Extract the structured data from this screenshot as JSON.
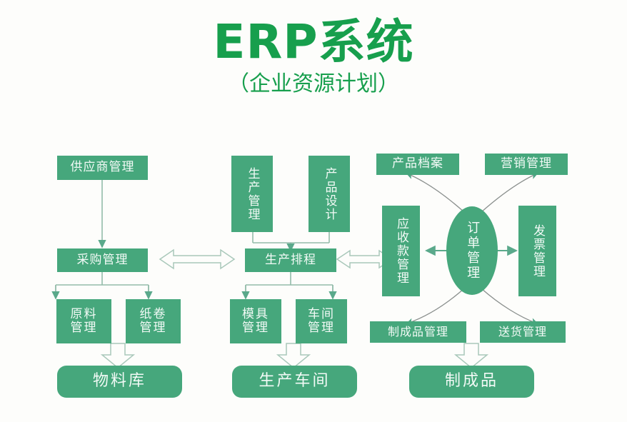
{
  "page": {
    "background_color": "#fdfdfb",
    "node_fill_color": "#46a77c",
    "node_text_color": "#f2faf6",
    "title_color": "#179f4d",
    "connector_color": "#8fb9a6"
  },
  "header": {
    "title": "ERP系统",
    "subtitle": "（企业资源计划）"
  },
  "nodes": {
    "supplier_mgmt": "供应商管理",
    "purchase_mgmt": "采购管理",
    "raw_material_mgmt_l1": "原料",
    "raw_material_mgmt_l2": "管理",
    "paper_roll_mgmt_l1": "纸卷",
    "paper_roll_mgmt_l2": "管理",
    "material_warehouse": "物料库",
    "production_mgmt": "生产管理",
    "product_design": "产品设计",
    "production_schedule": "生产排程",
    "mold_mgmt_l1": "模具",
    "mold_mgmt_l2": "管理",
    "workshop_mgmt_l1": "车间",
    "workshop_mgmt_l2": "管理",
    "production_workshop": "生产车间",
    "product_archive": "产品档案",
    "marketing_mgmt": "营销管理",
    "receivables_mgmt": "应收款管理",
    "order_mgmt": "订单管理",
    "invoice_mgmt": "发票管理",
    "finished_goods_mgmt": "制成品管理",
    "delivery_mgmt": "送货管理",
    "finished_goods": "制成品"
  },
  "connectors": {
    "supplier_to_purchase": "arrow-down",
    "purchase_to_raw_material": "arrow-down-branch",
    "purchase_to_paper_roll": "arrow-down-branch",
    "materials_to_warehouse": "block-arrow-down",
    "production_to_schedule": "arrow-down-branch",
    "design_to_schedule": "arrow-down-branch",
    "schedule_to_mold": "arrow-down-branch",
    "schedule_to_workshop": "arrow-down-branch",
    "mold_workshop_to_workshop_store": "block-arrow-down",
    "purchase_schedule_link": "double-arrow-horizontal",
    "schedule_receivables_link": "double-arrow-horizontal",
    "order_to_receivables": "arrow-left",
    "order_to_invoice": "arrow-right",
    "order_to_product_archive": "curved-arrow-up-left",
    "order_to_marketing": "curved-arrow-up-right",
    "order_to_finished_goods_mgmt": "curved-arrow-down-left",
    "order_to_delivery": "curved-arrow-down-right",
    "finished_to_goods_store": "block-arrow-down"
  }
}
